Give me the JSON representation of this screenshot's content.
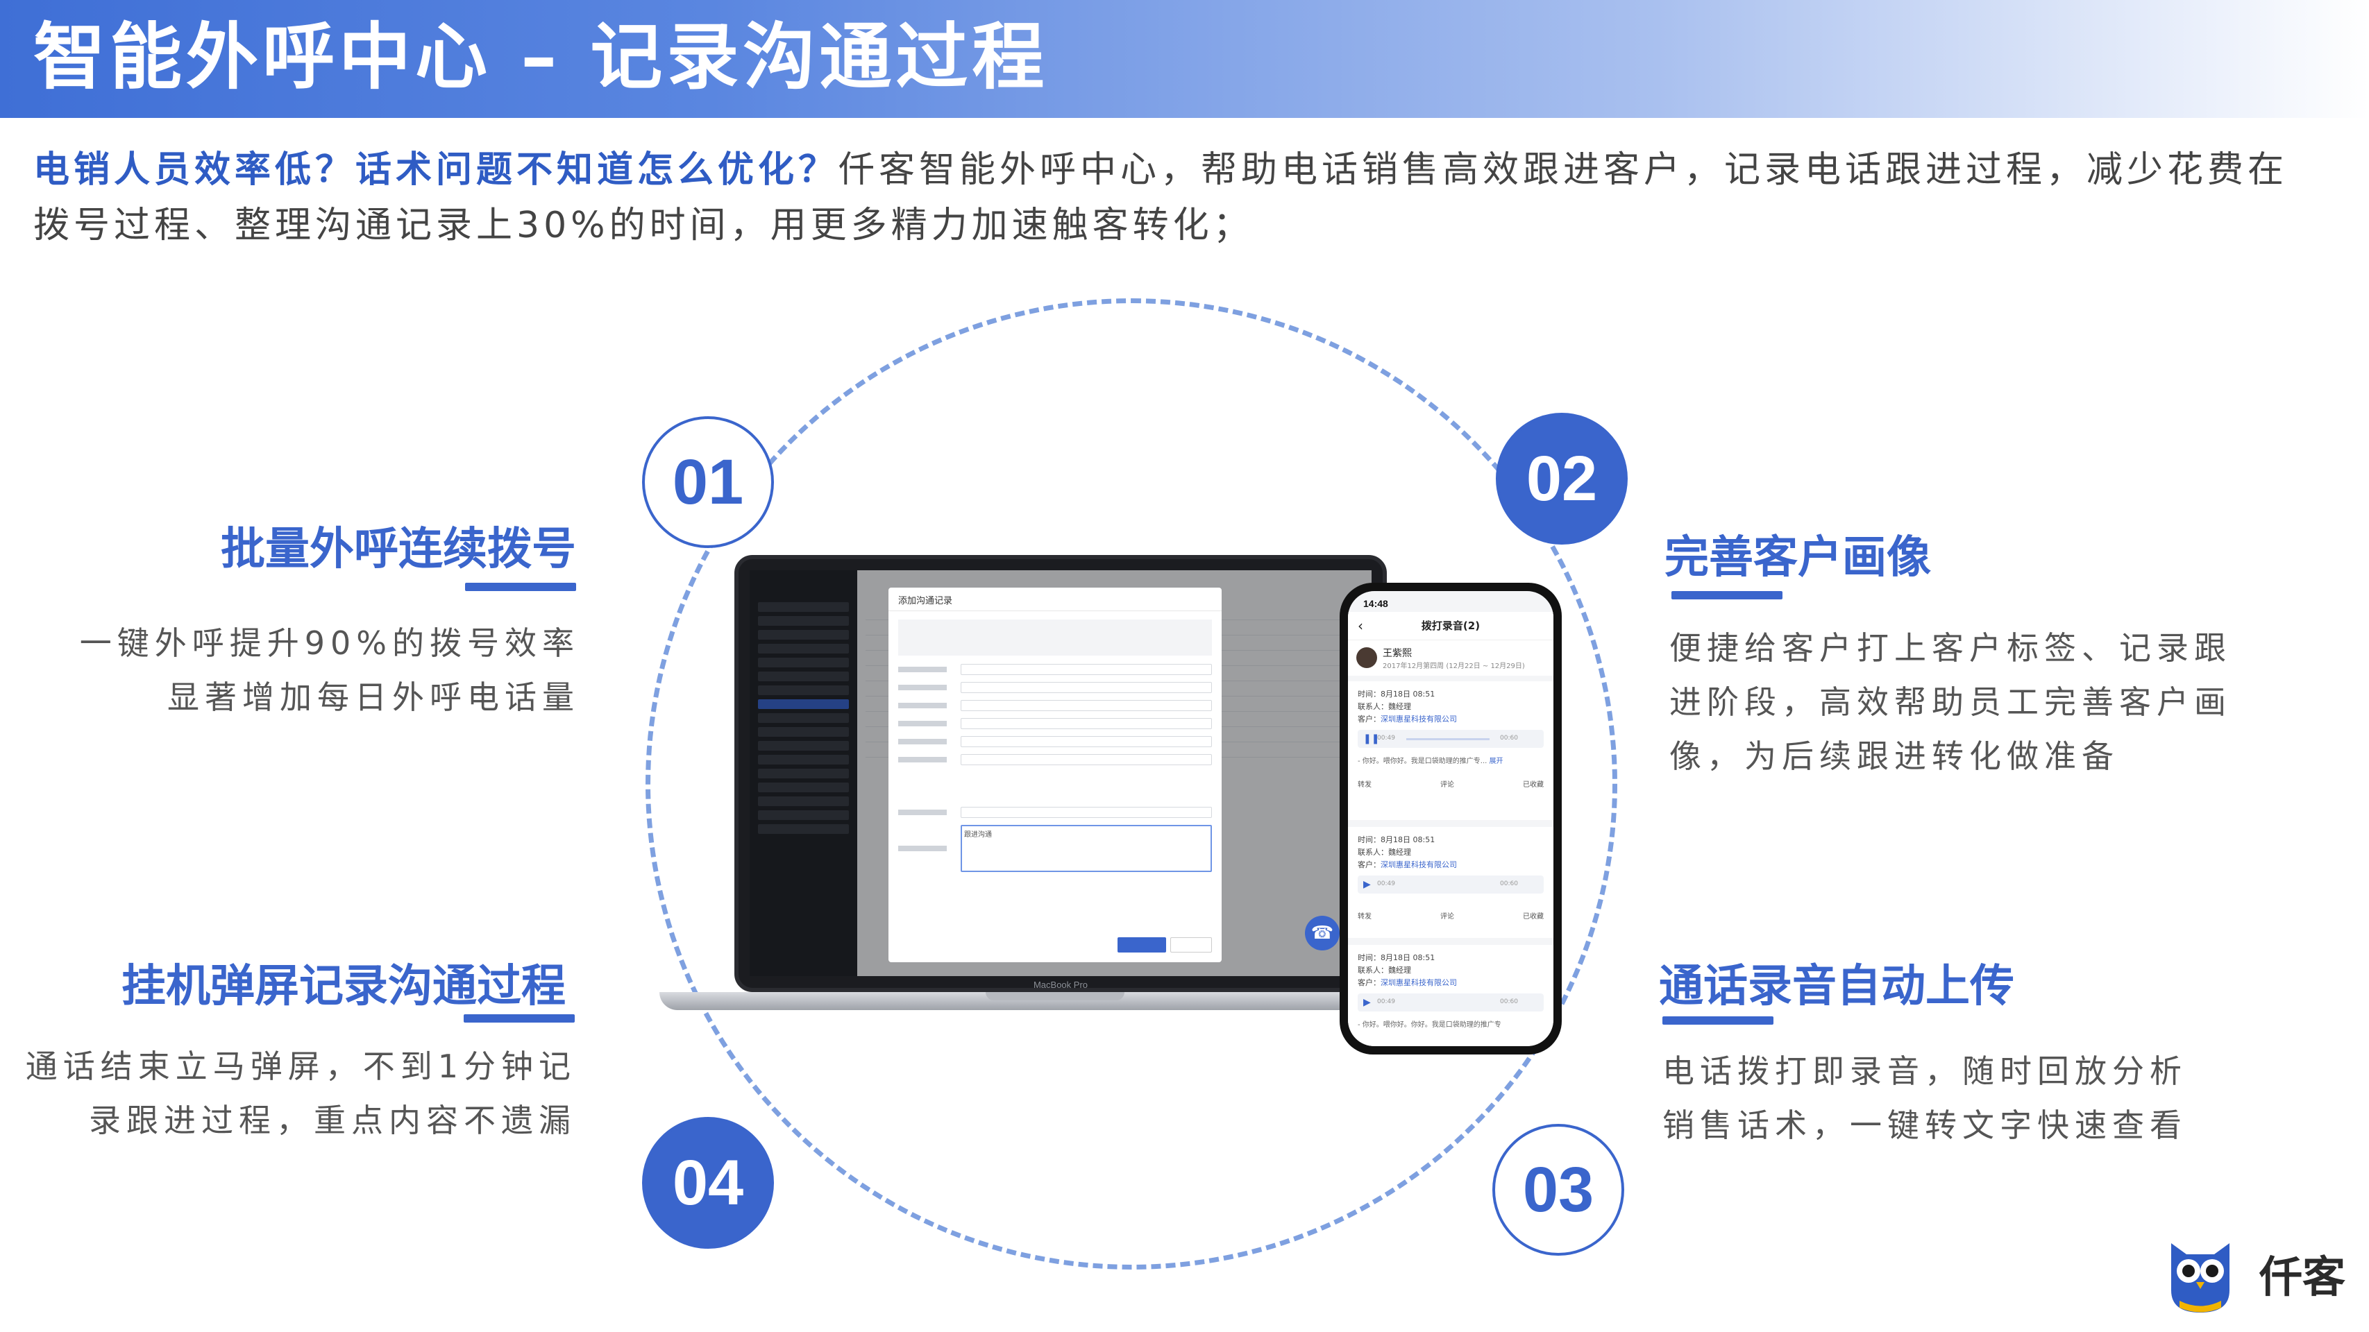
{
  "header": {
    "title": "智能外呼中心 – 记录沟通过程"
  },
  "intro": {
    "highlight": "电销人员效率低？话术问题不知道怎么优化？",
    "body": "仟客智能外呼中心，帮助电话销售高效跟进客户，记录电话跟进过程，减少花费在拨号过程、整理沟通记录上30%的时间，用更多精力加速触客转化；"
  },
  "features": [
    {
      "number": "01",
      "title": "批量外呼连续拨号",
      "desc": [
        "一键外呼提升90%的拨号效率",
        "显著增加每日外呼电话量"
      ]
    },
    {
      "number": "02",
      "title": "完善客户画像",
      "desc": [
        "便捷给客户打上客户标签、记录跟",
        "进阶段，高效帮助员工完善客户画",
        "像，为后续跟进转化做准备"
      ]
    },
    {
      "number": "03",
      "title": "通话录音自动上传",
      "desc": [
        "电话拨打即录音，随时回放分析",
        "销售话术，一键转文字快速查看"
      ]
    },
    {
      "number": "04",
      "title": "挂机弹屏记录沟通过程",
      "desc": [
        "通话结束立马弹屏，不到1分钟记",
        "录跟进过程，重点内容不遗漏"
      ]
    }
  ],
  "laptop": {
    "brand": "MacBook Pro",
    "modal_title": "添加沟通记录",
    "textarea_value": "跟进沟通"
  },
  "phone": {
    "status_time": "14:48",
    "header_title": "拨打录音(2)",
    "contact_name": "王紫熙",
    "contact_range": "2017年12月第四周 (12月22日 ~ 12月29日)",
    "records": [
      {
        "time": "时间：8月18日 08:51",
        "contact": "联系人：魏经理",
        "customer_label": "客户：",
        "customer": "深圳惠星科技有限公司",
        "transcript": "- 你好。喂你好。我是口袋助理的推广专...",
        "expand": "展开",
        "start": "00:49",
        "end": "00:60"
      },
      {
        "time": "时间：8月18日 08:51",
        "contact": "联系人：魏经理",
        "customer_label": "客户：",
        "customer": "深圳惠星科技有限公司",
        "transcript": "",
        "expand": "",
        "start": "00:49",
        "end": "00:60"
      },
      {
        "time": "时间：8月18日 08:51",
        "contact": "联系人：魏经理",
        "customer_label": "客户：",
        "customer": "深圳惠星科技有限公司",
        "transcript": "- 你好。喂你好。你好。我是口袋助理的推广专",
        "expand": "",
        "start": "00:49",
        "end": "00:60"
      }
    ],
    "actions": [
      "转发",
      "评论",
      "已收藏"
    ]
  },
  "logo": {
    "text": "仟客"
  },
  "colors": {
    "accent": "#3a65cc",
    "dashed": "#7ea0e0"
  }
}
